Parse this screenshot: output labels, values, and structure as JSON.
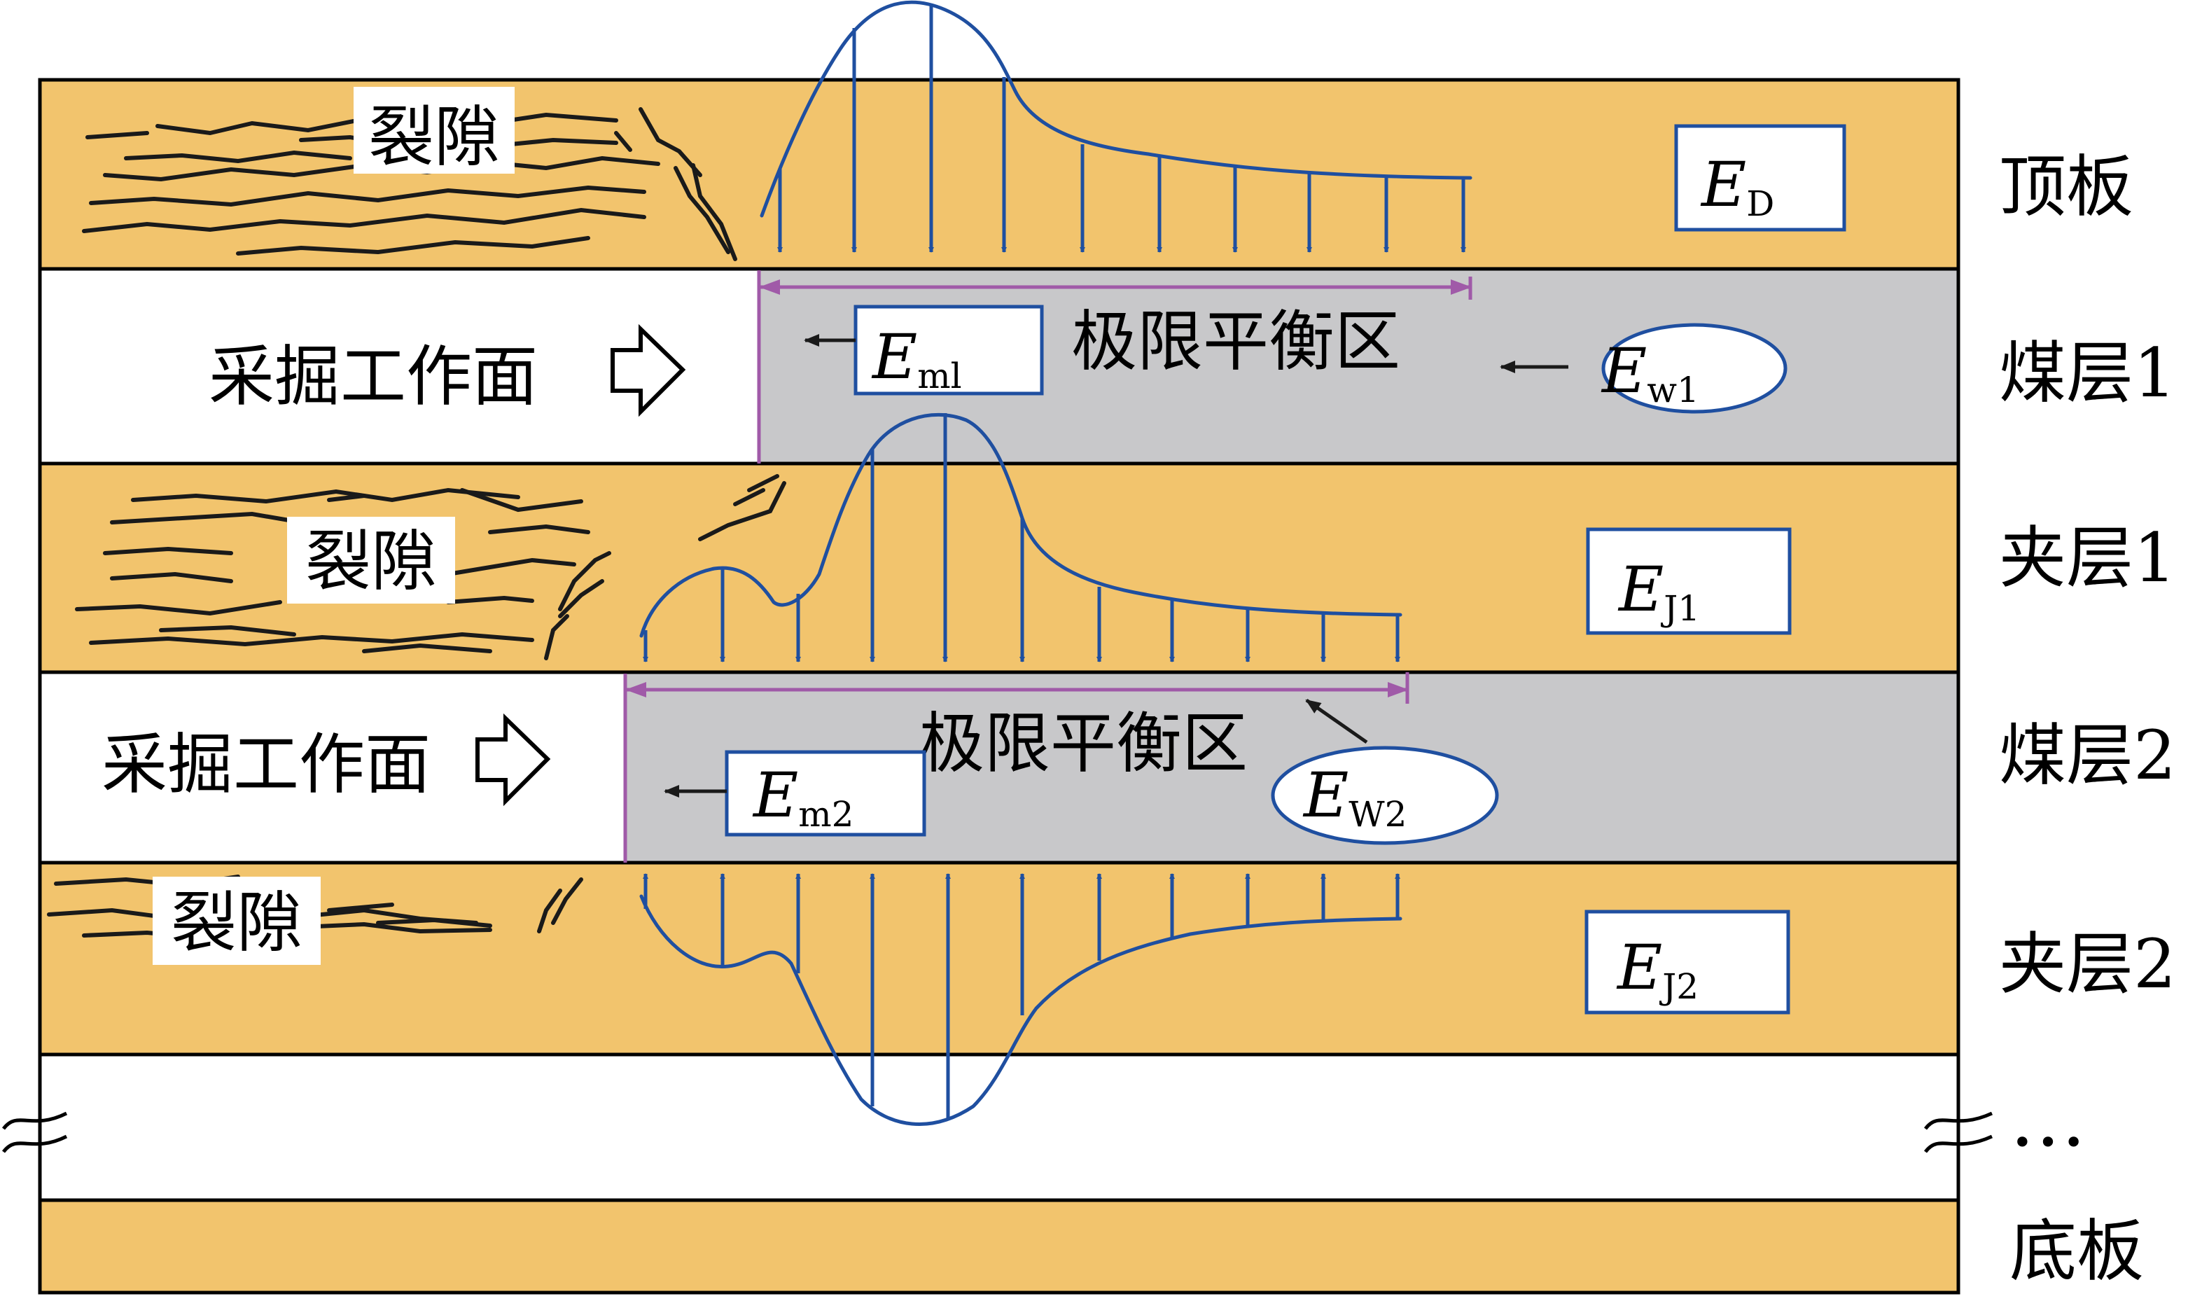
{
  "layer_labels": {
    "roof": "顶板",
    "coal1": "煤层1",
    "inter1": "夹层1",
    "coal2": "煤层2",
    "inter2": "夹层2",
    "ellipsis": "…",
    "floor": "底板"
  },
  "crack_label": "裂隙",
  "face_label": "采掘工作面",
  "zone_label": "极限平衡区",
  "energy": {
    "ED": {
      "main": "E",
      "sub": "D"
    },
    "Em1": {
      "main": "E",
      "sub": "ml"
    },
    "Ew1": {
      "main": "E",
      "sub": "w1"
    },
    "EJ1": {
      "main": "E",
      "sub": "J1"
    },
    "Em2": {
      "main": "E",
      "sub": "m2"
    },
    "EW2": {
      "main": "E",
      "sub": "W2"
    },
    "EJ2": {
      "main": "E",
      "sub": "J2"
    }
  },
  "colors": {
    "rock": "#F2C46D",
    "zone": "#C8C8CA",
    "stress_curve": "#1F4FA0",
    "boundary": "#A05AA8",
    "crack": "#1A1A1A"
  }
}
